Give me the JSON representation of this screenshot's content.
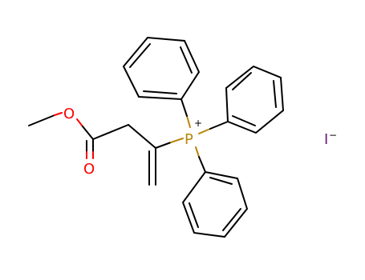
{
  "atoms": {
    "oxygen_ester": "O",
    "oxygen_carbonyl": "O",
    "phosphorus": "P",
    "phosphorus_charge": "+",
    "iodide": "I",
    "iodide_charge": "−"
  },
  "colors": {
    "bond": "#000000",
    "oxygen": "#ff0000",
    "phosphorus": "#b8860b",
    "iodine": "#6a1b7a"
  }
}
